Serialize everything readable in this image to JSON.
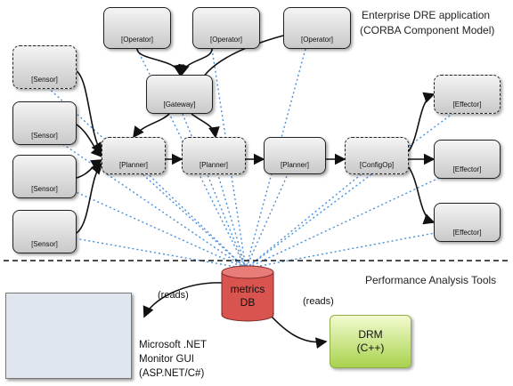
{
  "header": {
    "title_line1": "Enterprise DRE application",
    "title_line2": "(CORBA Component Model)",
    "tools_label": "Performance Analysis Tools"
  },
  "nodes": {
    "operator": "[Operator]",
    "gateway": "[Gateway]",
    "sensor": "[Sensor]",
    "planner": "[Planner]",
    "configop": "[ConfigOp]",
    "effector": "[Effector]"
  },
  "database": {
    "line1": "metrics",
    "line2": "DB"
  },
  "reads_left": "(reads)",
  "reads_right": "(reads)",
  "monitor": {
    "line1": "Microsoft .NET",
    "line2": "Monitor GUI",
    "line3": "(ASP.NET/C#)"
  },
  "drm": {
    "line1": "DRM",
    "line2": "(C++)"
  },
  "colors": {
    "db_fill": "#d9534f",
    "drm_fill": "#a9d24e",
    "dotted_link": "#4a90d9"
  }
}
